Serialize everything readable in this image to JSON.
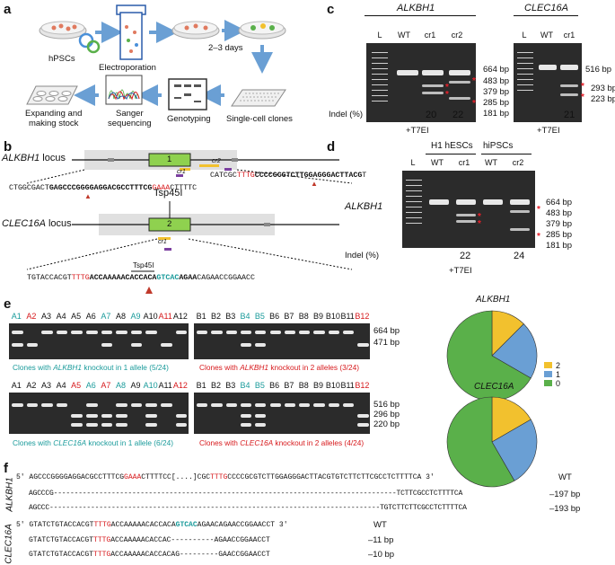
{
  "panel_a": {
    "label": "a",
    "hpscs": "hPSCs",
    "electroporation": "Electroporation",
    "days": "2–3 days",
    "single_cell": "Single-cell clones",
    "genotyping": "Genotyping",
    "sanger": "Sanger\nsequencing",
    "expanding": "Expanding and\nmaking stock"
  },
  "panel_b": {
    "label": "b",
    "alkbh1_locus": "ALKBH1",
    "locus_word": " locus",
    "clec16a_locus": "CLEC16A",
    "exon1": "1",
    "exon2": "2",
    "cr1": "cr1",
    "cr2": "cr2",
    "tsp45i": "Tsp45I",
    "seq_alk_left_a": "CTGGCGACT",
    "seq_alk_left_b": "GAGCCCGGGGAGGACGCCTTTCG",
    "seq_alk_left_red": "GAAA",
    "seq_alk_left_c": "CTTTTC",
    "seq_alk_right_a": "CATCGC",
    "seq_alk_right_red": "TTTG",
    "seq_alk_right_b": "CCCCGCGTCTTGGAGGGACTTACG",
    "seq_alk_right_c": "T",
    "seq_clec_a": "TGTACCACGT",
    "seq_clec_red": "TTTG",
    "seq_clec_b": "ACCAAAAACACCACA",
    "seq_clec_cyan": "GTCAC",
    "seq_clec_c": "AGAA",
    "seq_clec_d": "CAGAACCGGAACC"
  },
  "panel_c": {
    "label": "c",
    "gene1": "ALKBH1",
    "gene2": "CLEC16A",
    "lanes1": [
      "L",
      "WT",
      "cr1",
      "cr2"
    ],
    "lanes2": [
      "L",
      "WT",
      "cr1"
    ],
    "sizes1": [
      "664 bp",
      "483 bp",
      "379 bp",
      "285 bp",
      "181 bp"
    ],
    "sizes2": [
      "516 bp",
      "293 bp",
      "223 bp"
    ],
    "indel_label": "Indel (%)",
    "indel1": [
      "20",
      "22"
    ],
    "indel2": [
      "21"
    ],
    "t7ei": "+T7EI",
    "star": "*"
  },
  "panel_d": {
    "label": "d",
    "group1": "H1 hESCs",
    "group2": "hiPSCs",
    "lanes": [
      "L",
      "WT",
      "cr1",
      "WT",
      "cr2"
    ],
    "gene": "ALKBH1",
    "sizes": [
      "664 bp",
      "483 bp",
      "379 bp",
      "285 bp",
      "181 bp"
    ],
    "indel_label": "Indel (%)",
    "indel": [
      "22",
      "24"
    ],
    "t7ei": "+T7EI",
    "star": "*"
  },
  "panel_e": {
    "label": "e",
    "row1_a": [
      "A1",
      "A2",
      "A3",
      "A4",
      "A5",
      "A6",
      "A7",
      "A8",
      "A9",
      "A10",
      "A11",
      "A12"
    ],
    "row1_a_colors": [
      "c",
      "r",
      "k",
      "k",
      "k",
      "k",
      "c",
      "k",
      "c",
      "k",
      "r",
      "k"
    ],
    "row1_b": [
      "B1",
      "B2",
      "B3",
      "B4",
      "B5",
      "B6",
      "B7",
      "B8",
      "B9",
      "B10",
      "B11",
      "B12"
    ],
    "row1_b_colors": [
      "k",
      "k",
      "k",
      "c",
      "c",
      "k",
      "k",
      "k",
      "k",
      "k",
      "k",
      "r"
    ],
    "row2_a": [
      "A1",
      "A2",
      "A3",
      "A4",
      "A5",
      "A6",
      "A7",
      "A8",
      "A9",
      "A10",
      "A11",
      "A12"
    ],
    "row2_a_colors": [
      "k",
      "k",
      "k",
      "k",
      "r",
      "c",
      "r",
      "c",
      "k",
      "c",
      "k",
      "r"
    ],
    "row2_b": [
      "B1",
      "B2",
      "B3",
      "B4",
      "B5",
      "B6",
      "B7",
      "B8",
      "B9",
      "B10",
      "B11",
      "B12"
    ],
    "row2_b_colors": [
      "k",
      "k",
      "k",
      "c",
      "c",
      "k",
      "k",
      "k",
      "k",
      "k",
      "k",
      "r"
    ],
    "sizes1": [
      "664 bp",
      "471 bp"
    ],
    "sizes2": [
      "516 bp",
      "296 bp",
      "220 bp"
    ],
    "cap1_pre": "Clones with ",
    "cap1_gene": "ALKBH1",
    "cap1_post": " knockout in 1 allele (5/24)",
    "cap2_pre": "Clones with ",
    "cap2_gene": "ALKBH1",
    "cap2_post": " knockout in 2 alleles (3/24)",
    "cap3_pre": "Clones with ",
    "cap3_gene": "CLEC16A",
    "cap3_post": " knockout in 1 allele (6/24)",
    "cap4_pre": "Clones with ",
    "cap4_gene": "CLEC16A",
    "cap4_post": " knockout in 2 alleles (4/24)",
    "pie1_title": "ALKBH1",
    "pie2_title": "CLEC16A",
    "legend": [
      "2",
      "1",
      "0"
    ],
    "colors": {
      "two": "#f2c12e",
      "one": "#6a9fd4",
      "zero": "#5ab04a"
    }
  },
  "chart_data": [
    {
      "type": "pie",
      "title": "ALKBH1",
      "labels": [
        "2",
        "1",
        "0"
      ],
      "values": [
        3,
        5,
        16
      ]
    },
    {
      "type": "pie",
      "title": "CLEC16A",
      "labels": [
        "2",
        "1",
        "0"
      ],
      "values": [
        4,
        6,
        14
      ]
    }
  ],
  "panel_f": {
    "label": "f",
    "gene1": "ALKBH1",
    "gene2": "CLEC16A",
    "five": "5′",
    "three": "3′",
    "wt": "WT",
    "a_wt_a": "AGCCCGGGGAGGACGCCTTTCG",
    "a_wt_red": "GAAA",
    "a_wt_b": "CTTTTCC[....]CGC",
    "a_wt_red2": "TTTG",
    "a_wt_c": "CCCCGCGTCTTGGAGGGACTTACGTGTCTTCTTCGCCTCTTTTCA",
    "a_m1": "AGCCCG-----------------------------------------------------------------------------------TCTTCGCCTCTTTTCA",
    "a_m1_del": "–197 bp",
    "a_m2": "AGCCC--------------------------------------------------------------------------------TGTCTTCTTCGCCTCTTTTCA",
    "a_m2_del": "–193 bp",
    "c_wt_a": "GTATCTGTACCACGT",
    "c_wt_red": "TTTG",
    "c_wt_b": "ACCAAAAACACCACA",
    "c_wt_cyan": "GTCAC",
    "c_wt_c": "AGAACAGAACCGGAACCT",
    "c_m1_a": "GTATCTGTACCACGT",
    "c_m1_red": "TTTG",
    "c_m1_b": "ACCAAAAACACCAC----------AGAACCGGAACCT",
    "c_m1_del": "–11 bp",
    "c_m2_a": "GTATCTGTACCACGT",
    "c_m2_red": "TTTG",
    "c_m2_b": "ACCAAAAACACCACAG---------GAACCGGAACCT",
    "c_m2_del": "–10 bp"
  }
}
